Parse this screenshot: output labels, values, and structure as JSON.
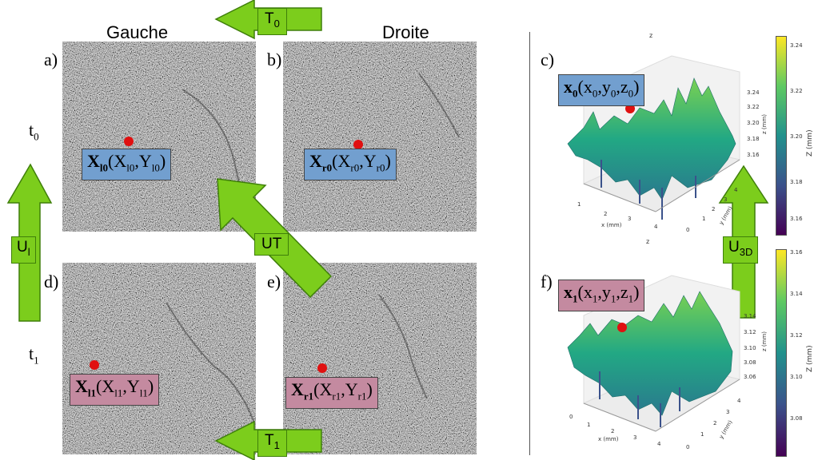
{
  "headers": {
    "left": "Gauche",
    "right": "Droite"
  },
  "panels": {
    "a": "a)",
    "b": "b)",
    "c": "c)",
    "d": "d)",
    "e": "e)",
    "f": "f)"
  },
  "times": {
    "t0_main": "t",
    "t0_sub": "0",
    "t1_main": "t",
    "t1_sub": "1"
  },
  "arrows": {
    "T0_main": "T",
    "T0_sub": "0",
    "T1_main": "T",
    "T1_sub": "1",
    "Ul_main": "U",
    "Ul_sub": "l",
    "UT": "UT",
    "U3D_main": "U",
    "U3D_sub": "3D"
  },
  "labels": {
    "xl0": {
      "bold": "X",
      "boldsub": "l0",
      "open": "(X",
      "s1": "l0",
      "mid": ",Y",
      "s2": "l0",
      "close": ")"
    },
    "xr0": {
      "bold": "X",
      "boldsub": "r0",
      "open": "(X",
      "s1": "r0",
      "mid": ",Y",
      "s2": "r0",
      "close": ")"
    },
    "xl1": {
      "bold": "X",
      "boldsub": "l1",
      "open": "(X",
      "s1": "l1",
      "mid": ",Y",
      "s2": "l1",
      "close": ")"
    },
    "xr1": {
      "bold": "X",
      "boldsub": "r1",
      "open": "(X",
      "s1": "r1",
      "mid": ",Y",
      "s2": "r1",
      "close": ")"
    },
    "x0": {
      "bold": "x",
      "boldsub": "0",
      "open": "(x",
      "s1": "0",
      "mid": ",y",
      "s2": "0",
      "mid2": ",z",
      "s3": "0",
      "close": ")"
    },
    "x1": {
      "bold": "x",
      "boldsub": "1",
      "open": "(x",
      "s1": "1",
      "mid": ",y",
      "s2": "1",
      "mid2": ",z",
      "s3": "1",
      "close": ")"
    }
  },
  "plot_top": {
    "title": "z",
    "xlabel": "x (mm)",
    "ylabel": "y (mm)",
    "zlabel": "z (mm)",
    "xticks": [
      "1",
      "2",
      "3",
      "4"
    ],
    "yticks": [
      "0",
      "1",
      "2",
      "3",
      "4"
    ],
    "zticks": [
      "3.24",
      "3.22",
      "3.20",
      "3.18",
      "3.16"
    ],
    "cbar_ticks": [
      "3.24",
      "3.22",
      "3.20",
      "3.18",
      "3.16"
    ],
    "cbar_label": "Z (mm)"
  },
  "plot_bottom": {
    "title": "z",
    "xlabel": "x (mm)",
    "ylabel": "y (mm)",
    "zlabel": "z (mm)",
    "xticks": [
      "0",
      "1",
      "2",
      "3",
      "4"
    ],
    "yticks": [
      "0",
      "1",
      "2",
      "3",
      "4"
    ],
    "zticks": [
      "3.14",
      "3.12",
      "3.10",
      "3.08",
      "3.06"
    ],
    "cbar_ticks": [
      "3.16",
      "3.14",
      "3.12",
      "3.10",
      "3.08"
    ],
    "cbar_label": "Z (mm)"
  },
  "colors": {
    "arrow_fill": "#7ccd1c",
    "arrow_stroke": "#3f7f0a",
    "label_blue": "#729fcf",
    "label_pink": "#c48aa0",
    "point_red": "#e01010"
  }
}
